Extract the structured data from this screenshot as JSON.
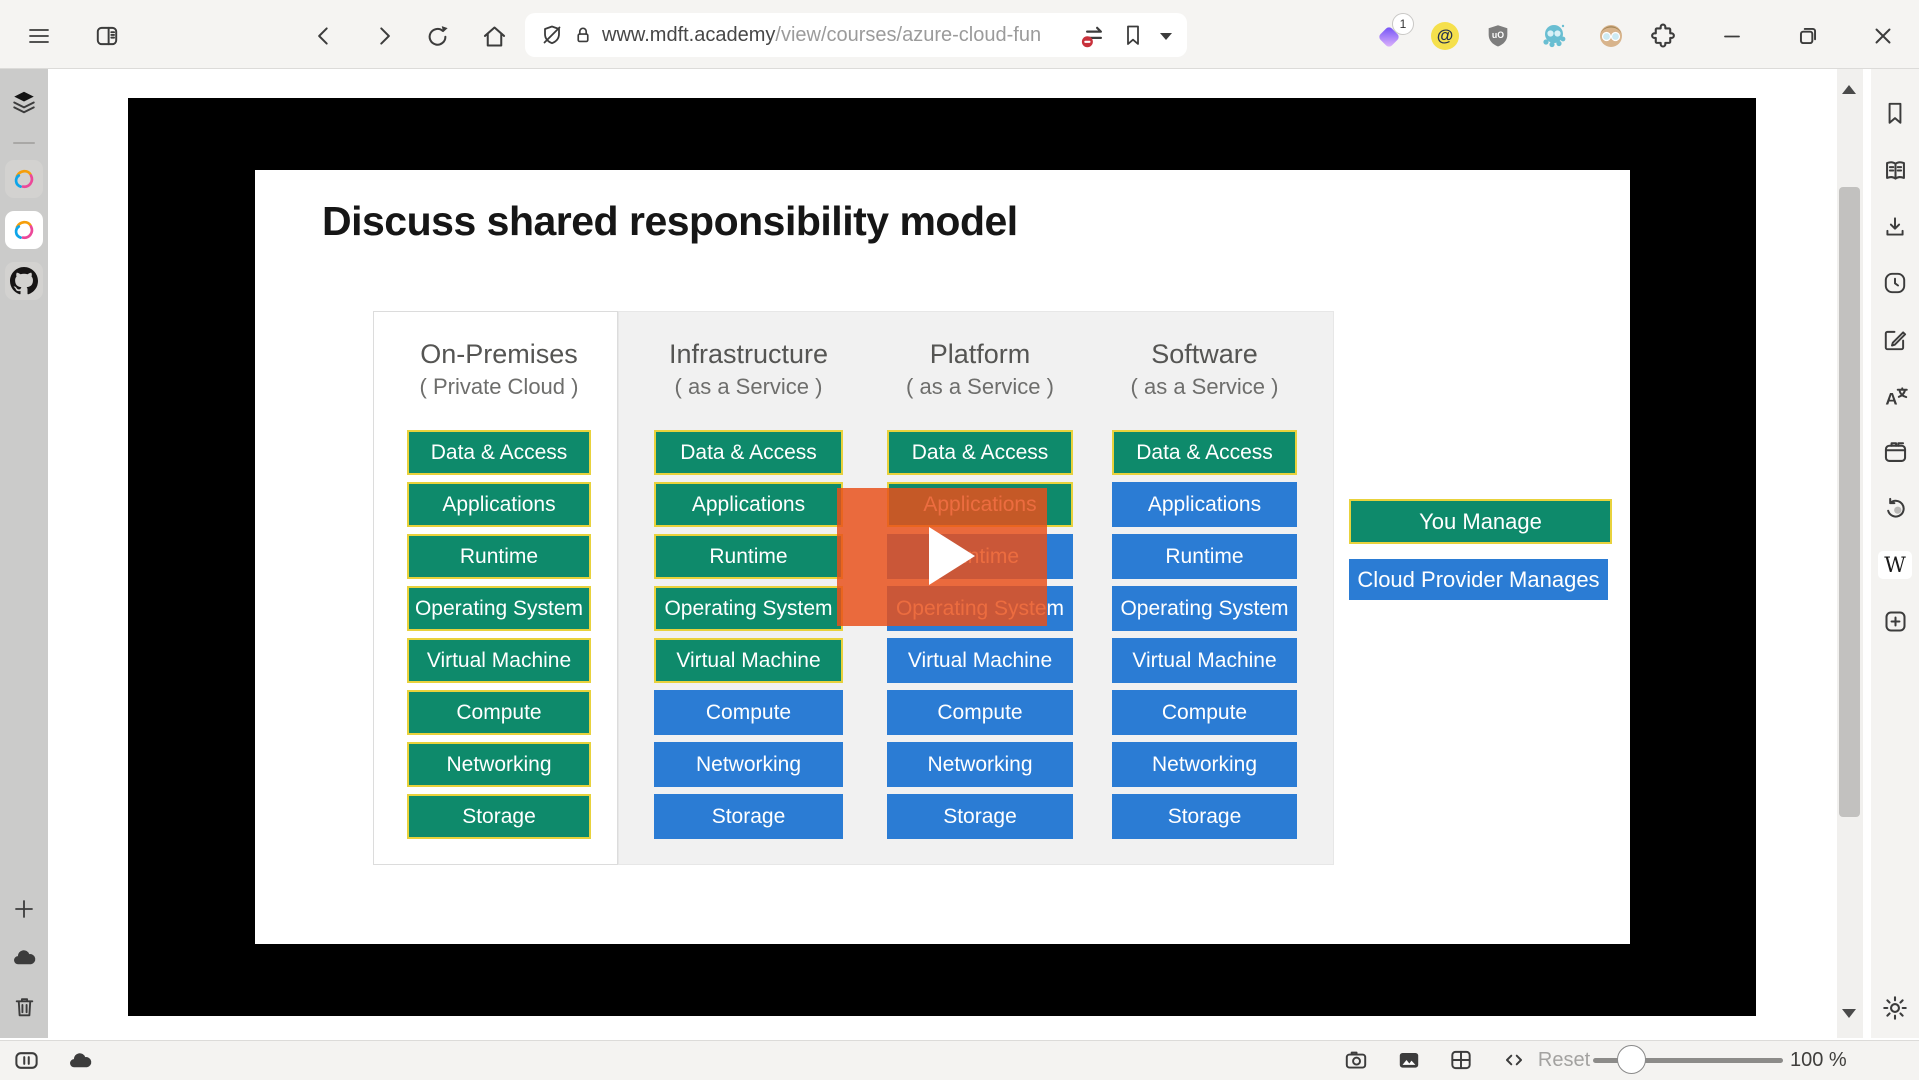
{
  "browser": {
    "url": {
      "host": "www.mdft.academy",
      "path": "/view/courses/azure-cloud-fun"
    },
    "extension_badge": "1",
    "ublock_text": "uO",
    "icons": [
      "menu",
      "sidebar-toggle",
      "back",
      "forward",
      "reload",
      "home",
      "shield-off",
      "lock",
      "sync-blocked",
      "bookmark",
      "dropdown-caret",
      "gradient-extension",
      "at-extension",
      "ublock-extension",
      "octopus-extension",
      "avatar-extension",
      "extensions-puzzle",
      "minimize",
      "restore",
      "close"
    ]
  },
  "left_rail": {
    "icons": [
      "layers",
      "workspace-knot",
      "workspace-knot-active",
      "github",
      "add",
      "cloud",
      "trash"
    ]
  },
  "right_rail": {
    "icons": [
      "bookmark",
      "reading-list",
      "download",
      "history",
      "notes-edit",
      "translate",
      "window-tabs",
      "tab-loop",
      "wikipedia",
      "new-container",
      "settings-gear"
    ],
    "wikipedia_label": "W"
  },
  "bottom_bar": {
    "left_icons": [
      "pause-panel",
      "cloud"
    ],
    "right_icons": [
      "screenshot-camera",
      "image",
      "grid",
      "code"
    ],
    "reset_label": "Reset",
    "zoom_value": "100 %"
  },
  "slide": {
    "title": "Discuss shared responsibility model",
    "rows": [
      "Data & Access",
      "Applications",
      "Runtime",
      "Operating System",
      "Virtual Machine",
      "Compute",
      "Networking",
      "Storage"
    ],
    "columns": [
      {
        "title": "On-Premises",
        "subtitle": "( Private Cloud )",
        "types": [
          "you",
          "you",
          "you",
          "you",
          "you",
          "you",
          "you",
          "you"
        ]
      },
      {
        "title": "Infrastructure",
        "subtitle": "( as a Service )",
        "types": [
          "you",
          "you",
          "you",
          "you",
          "you",
          "provider",
          "provider",
          "provider"
        ]
      },
      {
        "title": "Platform",
        "subtitle": "( as a Service )",
        "types": [
          "you",
          "you",
          "provider",
          "provider",
          "provider",
          "provider",
          "provider",
          "provider"
        ]
      },
      {
        "title": "Software",
        "subtitle": "( as a Service )",
        "types": [
          "you",
          "provider",
          "provider",
          "provider",
          "provider",
          "provider",
          "provider",
          "provider"
        ]
      }
    ],
    "legend": [
      {
        "label": "You Manage",
        "type": "you"
      },
      {
        "label": "Cloud Provider Manages",
        "type": "provider"
      }
    ],
    "colors": {
      "you": "#0e8a6b",
      "provider": "#2b7cd4",
      "you_border": "#e8d23c",
      "overlay": "#e85018"
    }
  }
}
